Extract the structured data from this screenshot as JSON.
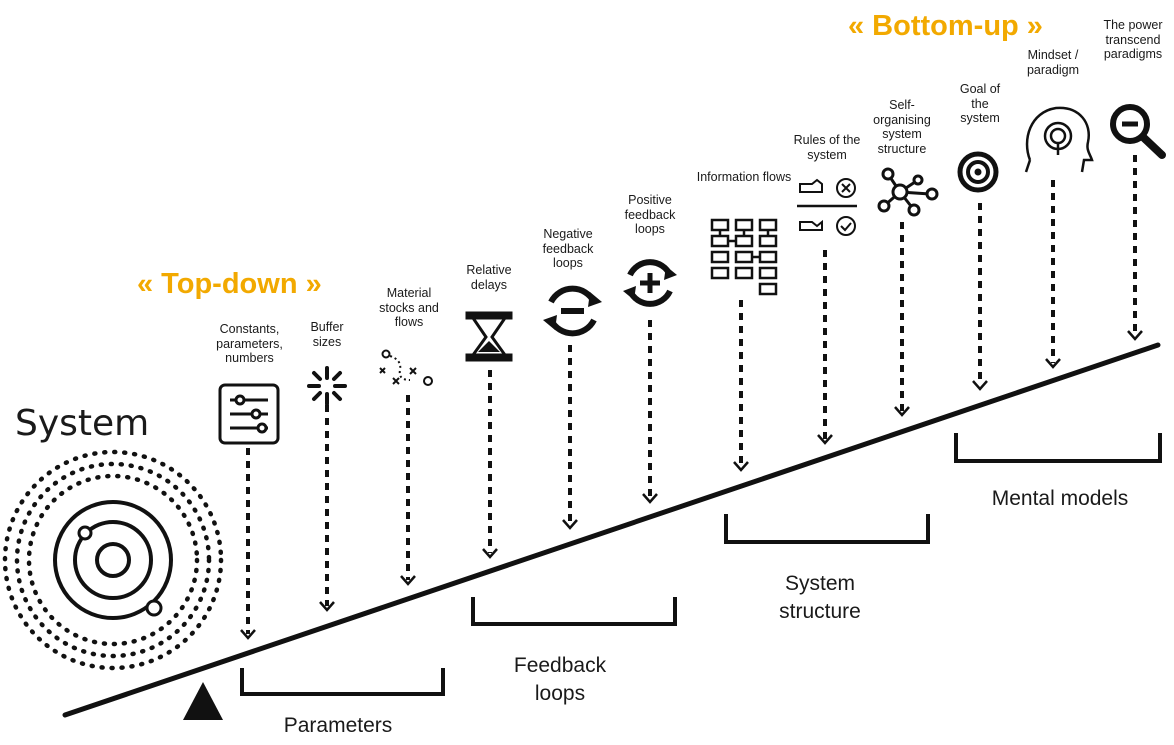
{
  "system_label": "System",
  "approaches": {
    "top_down": "« Top-down »",
    "bottom_up": "« Bottom-up »",
    "accent_color": "#f2a900"
  },
  "leverage_points": [
    {
      "label": "Constants, parameters, numbers",
      "icon": "sliders-icon"
    },
    {
      "label": "Buffer sizes",
      "icon": "burst-icon"
    },
    {
      "label": "Material stocks and flows",
      "icon": "flow-path-icon"
    },
    {
      "label": "Relative delays",
      "icon": "hourglass-icon"
    },
    {
      "label": "Negative feedback loops",
      "icon": "negative-loop-icon"
    },
    {
      "label": "Positive feedback loops",
      "icon": "positive-loop-icon"
    },
    {
      "label": "Information flows",
      "icon": "flowchart-icon"
    },
    {
      "label": "Rules of the system",
      "icon": "rules-icon"
    },
    {
      "label": "Self-organising system structure",
      "icon": "network-icon"
    },
    {
      "label": "Goal of the system",
      "icon": "target-icon"
    },
    {
      "label": "Mindset / paradigm",
      "icon": "mind-head-icon"
    },
    {
      "label": "The power transcend paradigms",
      "icon": "magnifier-icon"
    }
  ],
  "groups": {
    "parameters": "Parameters",
    "feedback_loops": "Feedback loops",
    "system_structure": "System structure",
    "mental_models": "Mental models"
  }
}
